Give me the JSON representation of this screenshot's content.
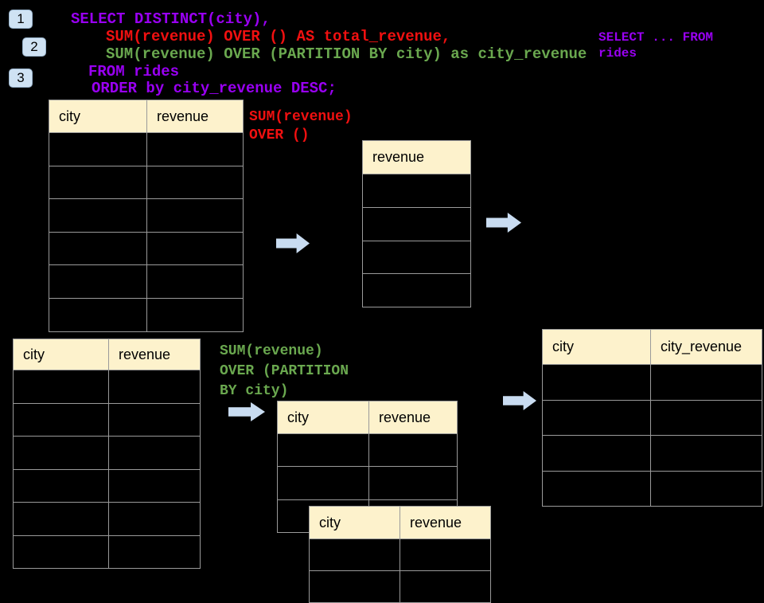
{
  "colors": {
    "background": "#000000",
    "code_purple": "#9900F2",
    "code_red": "#F01010",
    "code_green": "#6AA84F",
    "table_header_bg": "#FDF2CC",
    "table_border": "#9A9A9A",
    "table_cell_bg": "#000000",
    "arrow_fill": "#C9DCF1",
    "badge_bg": "#CFE2F3",
    "badge_border": "#9AB4CC"
  },
  "step_badges": [
    "1",
    "2",
    "3"
  ],
  "sql_query": {
    "lines": [
      "SELECT DISTINCT(city),",
      "SUM(revenue) OVER () AS total_revenue,",
      "SUM(revenue) OVER (PARTITION BY city) as city_revenue",
      "FROM rides",
      "ORDER by city_revenue DESC;"
    ]
  },
  "side_note": {
    "line1": "SELECT ... FROM",
    "line2": "rides"
  },
  "labels": {
    "total_window": {
      "line1": "SUM(revenue)",
      "line2": "OVER ()"
    },
    "partition_window": {
      "line1": "SUM(revenue)",
      "line2": "OVER (PARTITION",
      "line3": "BY city)"
    }
  },
  "tables": {
    "rides_source_total": {
      "columns": [
        "city",
        "revenue"
      ],
      "row_count": 6
    },
    "total_revenue_result": {
      "columns": [
        "revenue"
      ],
      "row_count": 4
    },
    "rides_source_partition": {
      "columns": [
        "city",
        "revenue"
      ],
      "row_count": 6
    },
    "partition_group_back": {
      "columns": [
        "city",
        "revenue"
      ],
      "row_count": 3
    },
    "partition_group_front": {
      "columns": [
        "city",
        "revenue"
      ],
      "row_count": 2
    },
    "city_revenue_result": {
      "columns": [
        "city",
        "city_revenue"
      ],
      "row_count": 4
    }
  }
}
